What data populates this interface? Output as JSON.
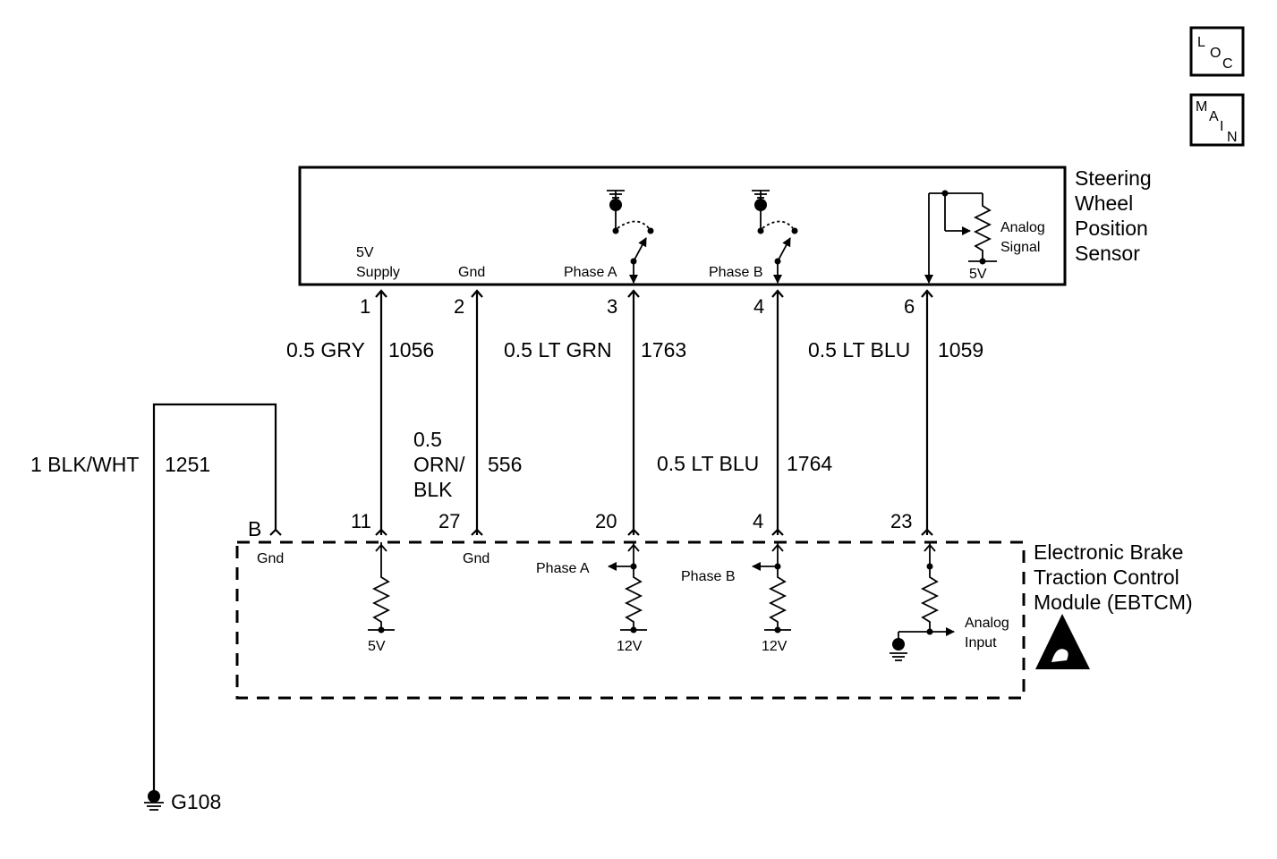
{
  "nav": {
    "loc_letters": [
      "L",
      "O",
      "C"
    ],
    "main_letters": [
      "M",
      "A",
      "I",
      "N"
    ]
  },
  "sensor": {
    "title_lines": [
      "Steering",
      "Wheel",
      "Position",
      "Sensor"
    ],
    "labels": {
      "supply": [
        "5V",
        "Supply"
      ],
      "gnd": "Gnd",
      "phase_a": "Phase A",
      "phase_b": "Phase B",
      "analog_signal": [
        "Analog",
        "Signal"
      ],
      "ref_5v": "5V"
    },
    "pins": [
      "1",
      "2",
      "3",
      "4",
      "6"
    ]
  },
  "wires": {
    "w1": {
      "size_color": "0.5 GRY",
      "circuit": "1056"
    },
    "w2": {
      "size_color_lines": [
        "0.5",
        "ORN/",
        "BLK"
      ],
      "circuit": "556"
    },
    "w3": {
      "size_color": "0.5 LT GRN",
      "circuit": "1763"
    },
    "w4": {
      "size_color": "0.5 LT BLU",
      "circuit": "1764"
    },
    "w6": {
      "size_color": "0.5 LT BLU",
      "circuit": "1059"
    },
    "ground": {
      "size_color": "1 BLK/WHT",
      "circuit": "1251"
    }
  },
  "module": {
    "title_lines": [
      "Electronic Brake",
      "Traction Control",
      "Module (EBTCM)"
    ],
    "pins": [
      "B",
      "11",
      "27",
      "20",
      "4",
      "23"
    ],
    "labels": {
      "gnd_b": "Gnd",
      "gnd_27": "Gnd",
      "pullup_11": "5V",
      "pullup_20": "12V",
      "pullup_4": "12V",
      "phase_a": "Phase A",
      "phase_b": "Phase B",
      "analog_input": [
        "Analog",
        "Input"
      ]
    }
  },
  "ground_point": "G108"
}
